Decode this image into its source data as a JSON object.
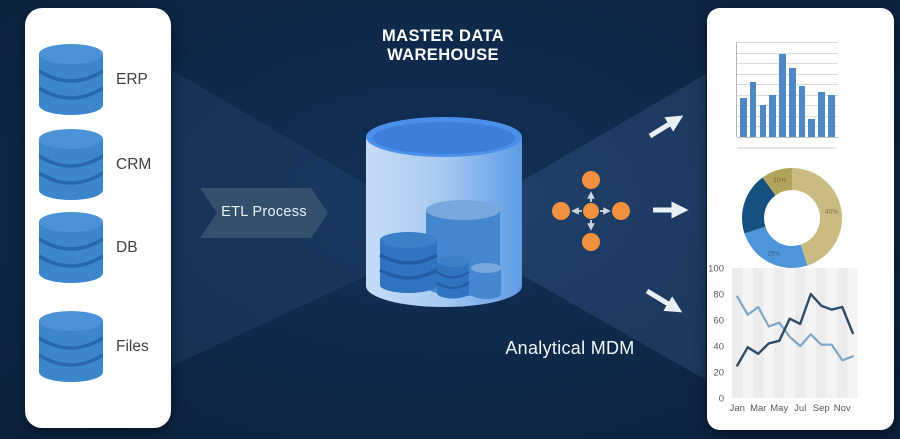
{
  "diagram": {
    "title_line1": "MASTER DATA",
    "title_line2": "WAREHOUSE",
    "etl_label": "ETL Process",
    "analytical_label": "Analytical MDM"
  },
  "sources": {
    "items": [
      {
        "label": "ERP"
      },
      {
        "label": "CRM"
      },
      {
        "label": "DB"
      },
      {
        "label": "Files"
      }
    ]
  },
  "icons": {
    "source": "database-icon",
    "warehouse": "cylinder-database-icon",
    "hub": "hub-network-icon",
    "flow": "arrow-icon"
  },
  "colors": {
    "background": "#0C2340",
    "funnel_tint": "#6394CD",
    "etl_chevron": "#36536F",
    "source_db_blue": "#3C86CC",
    "warehouse_light": "#C6DCF6",
    "warehouse_blue": "#5E9BE6",
    "warehouse_top": "#3B7EDB",
    "inner_db_blue": "#2F74C0",
    "hub_orange": "#F2913D",
    "arrow_white": "#E9EFF6"
  },
  "chart_data": [
    {
      "type": "bar",
      "title": "",
      "values": [
        37,
        52,
        30,
        40,
        79,
        65,
        48,
        17,
        43,
        40
      ],
      "ylim": [
        0,
        90
      ],
      "gridline_step": 10,
      "bar_color": "#4E87C6",
      "grid": true,
      "legend": false
    },
    {
      "type": "pie",
      "subtype": "donut",
      "slices": [
        {
          "label": "45%",
          "value": 45,
          "color": "#C9BB82",
          "label_color": "#7E744A"
        },
        {
          "label": "25%",
          "value": 25,
          "color": "#4D96D9",
          "label_color": "#2F5D85"
        },
        {
          "label": "",
          "value": 20,
          "color": "#16507E",
          "label_color": "#FFFFFF"
        },
        {
          "label": "10%",
          "value": 10,
          "color": "#B3A45C",
          "label_color": "#6E6433"
        }
      ],
      "legend": false
    },
    {
      "type": "line",
      "title": "",
      "n_points": 12,
      "x_tick_labels": [
        "Jan",
        "Mar",
        "May",
        "Jul",
        "Sep",
        "Nov"
      ],
      "y_ticks": [
        100,
        80,
        60,
        40,
        20,
        0
      ],
      "ylim": [
        0,
        100
      ],
      "series": [
        {
          "id": "light-blue-line",
          "color": "#7FA6C6",
          "values": [
            78,
            64,
            70,
            55,
            58,
            47,
            40,
            49,
            41,
            41,
            29,
            32
          ]
        },
        {
          "id": "dark-navy-line",
          "color": "#2F4D68",
          "values": [
            25,
            39,
            34,
            42,
            44,
            61,
            57,
            80,
            71,
            68,
            70,
            50
          ]
        }
      ],
      "legend": false,
      "plot_bg": "#ECECEC"
    }
  ]
}
